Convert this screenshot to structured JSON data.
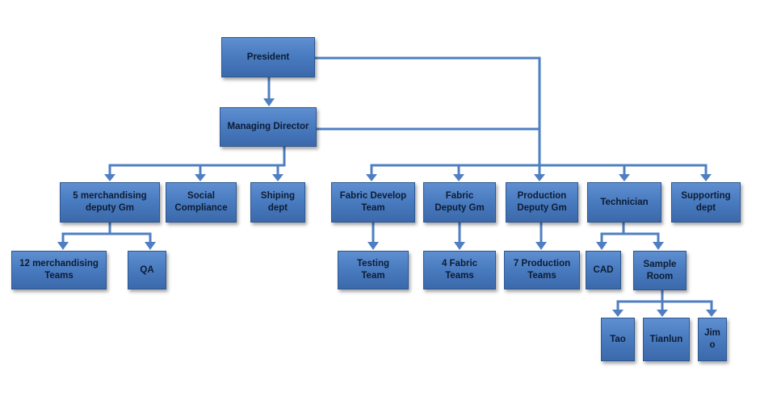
{
  "nodes": {
    "president": "President",
    "managing_director": "Managing Director",
    "merch_deputy": "5 merchandising\ndeputy Gm",
    "social": "Social\nCompliance",
    "shiping": "Shiping\ndept",
    "fabric_develop": "Fabric Develop\nTeam",
    "fabric_deputy": "Fabric\nDeputy Gm",
    "production_deputy": "Production\nDeputy Gm",
    "technician": "Technician",
    "supporting": "Supporting\ndept",
    "merch_teams": "12 merchandising\nTeams",
    "qa": "QA",
    "testing": "Testing\nTeam",
    "fabric_teams": "4 Fabric\nTeams",
    "production_teams": "7 Production\nTeams",
    "cad": "CAD",
    "sample_room": "Sample\nRoom",
    "tao": "Tao",
    "tianlun": "Tianlun",
    "jimo": "Jim\no"
  },
  "colors": {
    "box_fill": "#4a7cc1",
    "box_border": "#2d578f",
    "connector": "#4f7fc2",
    "text": "#0d1c33"
  }
}
